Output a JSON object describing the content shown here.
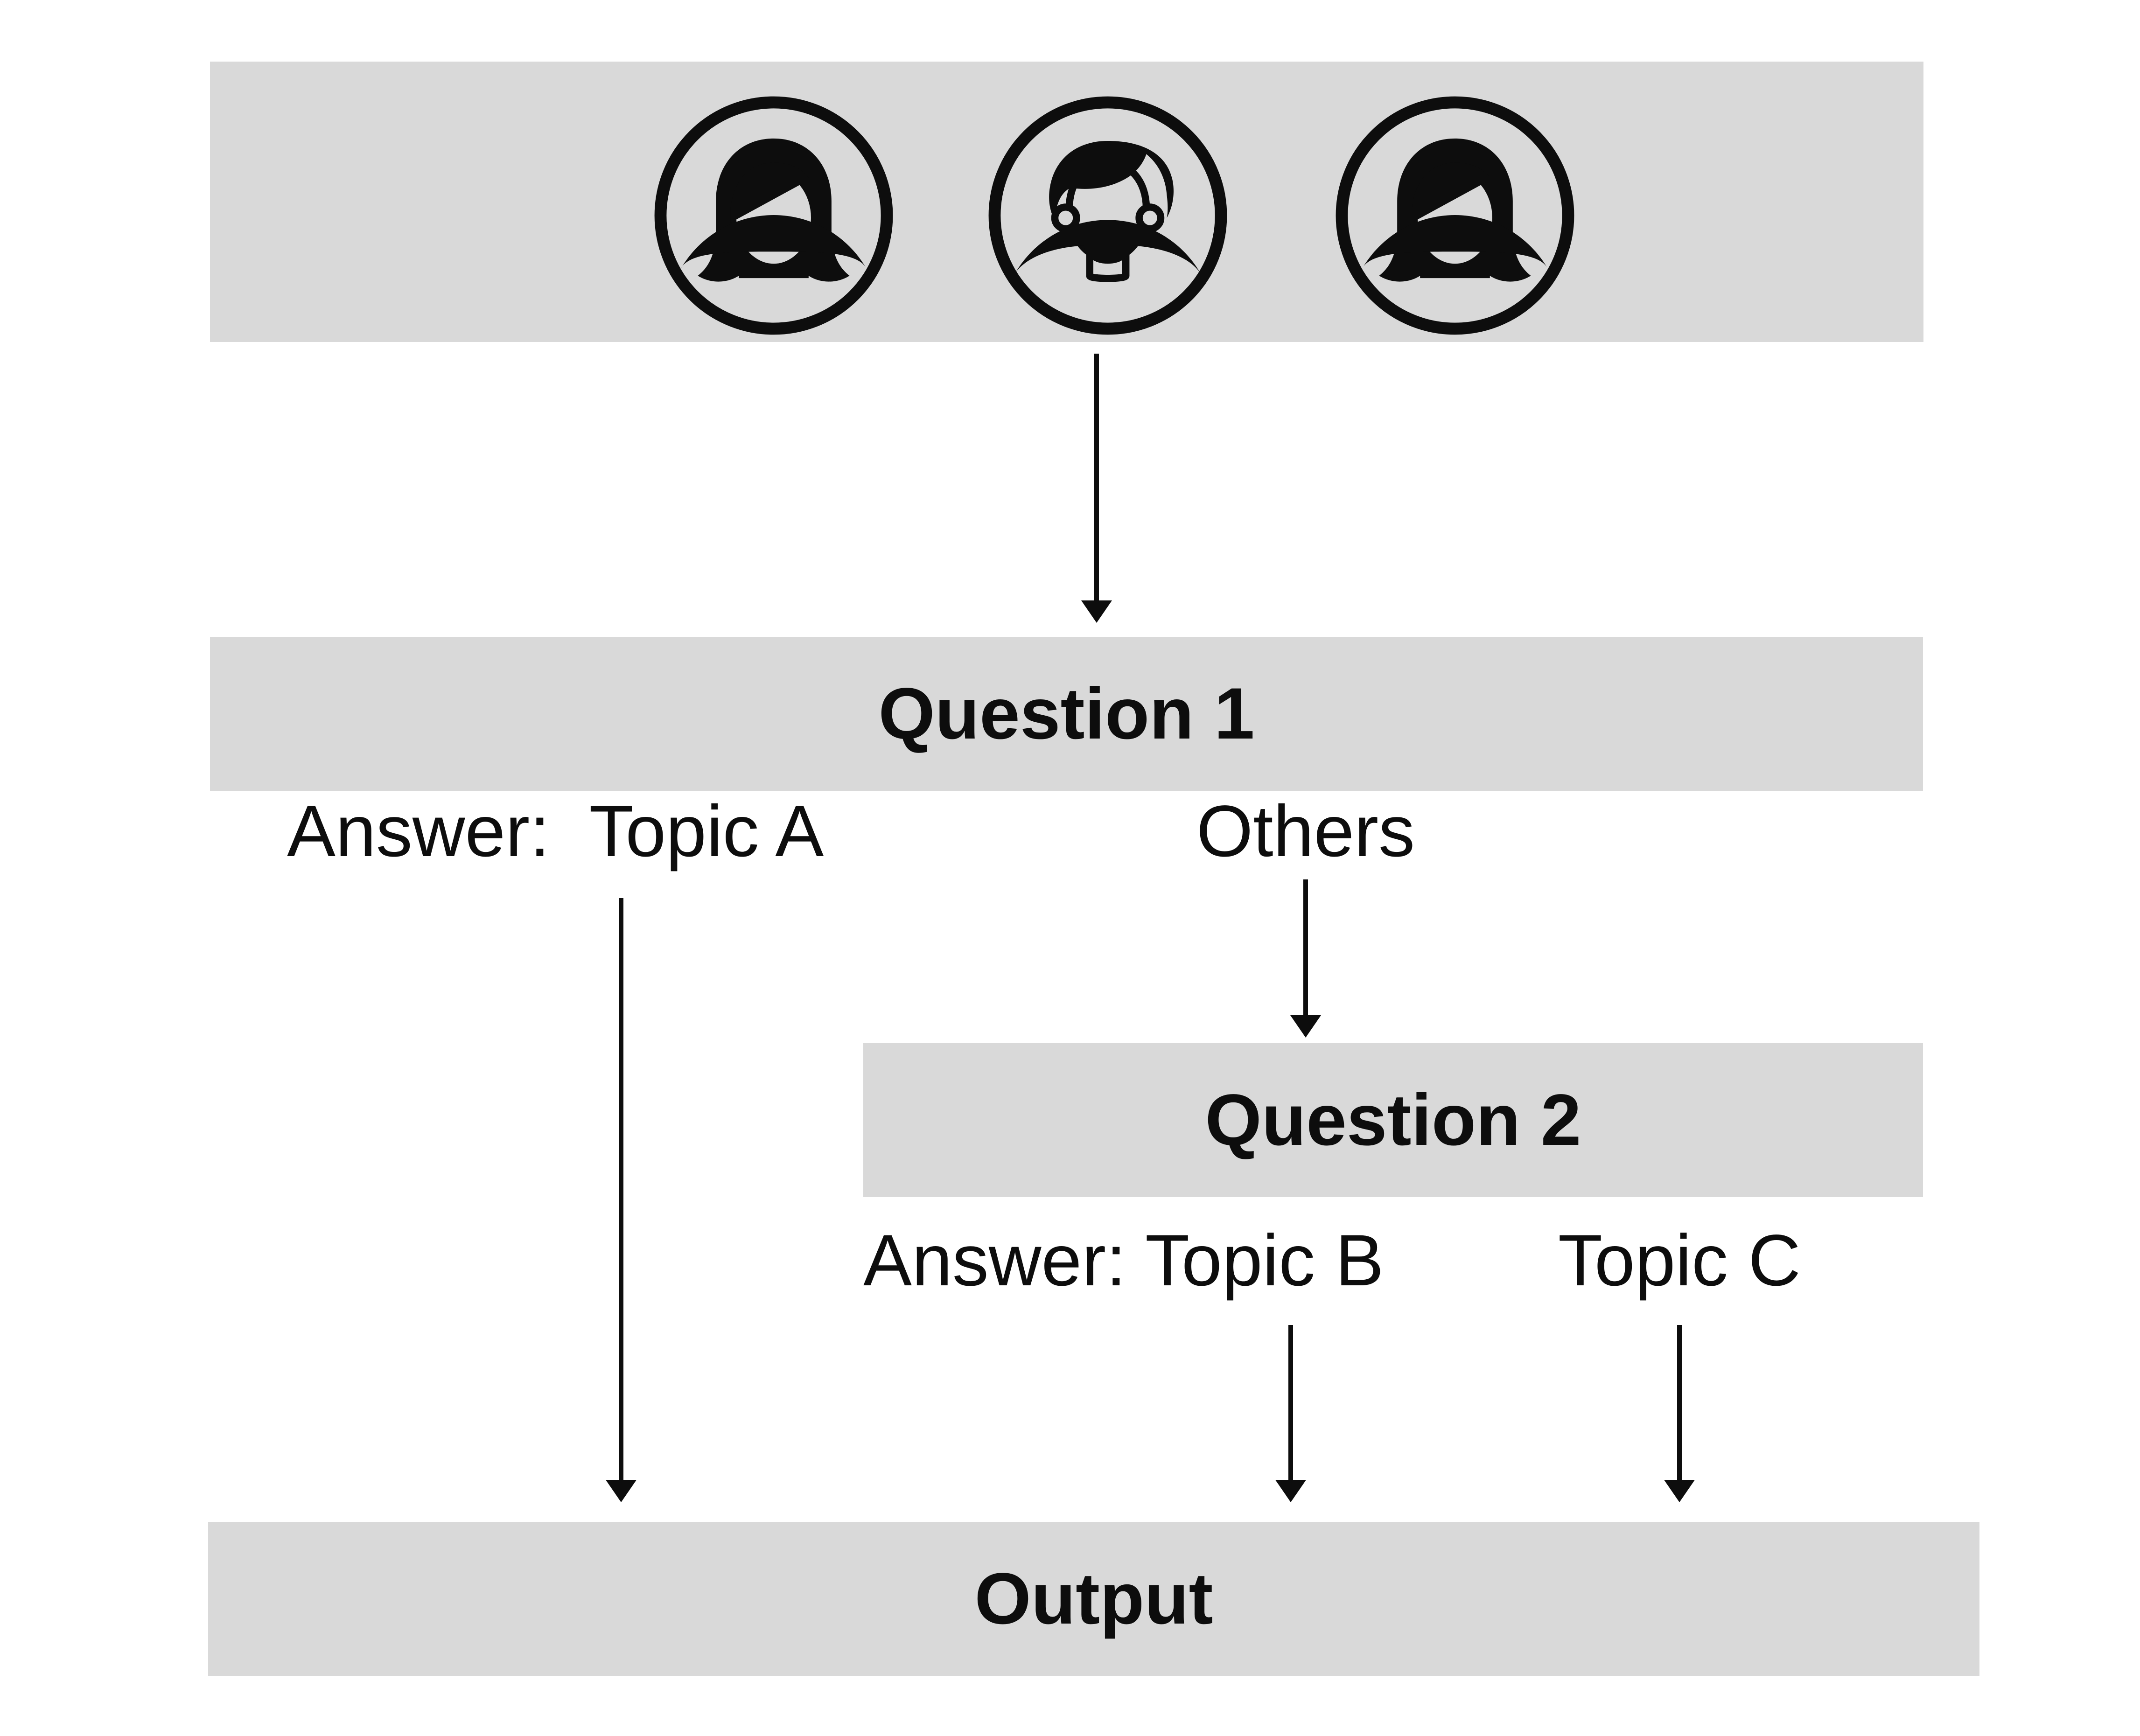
{
  "colors": {
    "bar_background": "#d9d9d9",
    "ink": "#0d0d0d",
    "page_background": "#ffffff"
  },
  "participants_bar": {
    "avatars": [
      {
        "type": "woman"
      },
      {
        "type": "man"
      },
      {
        "type": "woman"
      }
    ]
  },
  "question1": {
    "title": "Question 1",
    "answer_label": "Answer:  Topic A",
    "branch_label": "Others"
  },
  "question2": {
    "title": "Question 2",
    "answer_label": "Answer: Topic B",
    "branch_label": "Topic C"
  },
  "output": {
    "title": "Output"
  }
}
